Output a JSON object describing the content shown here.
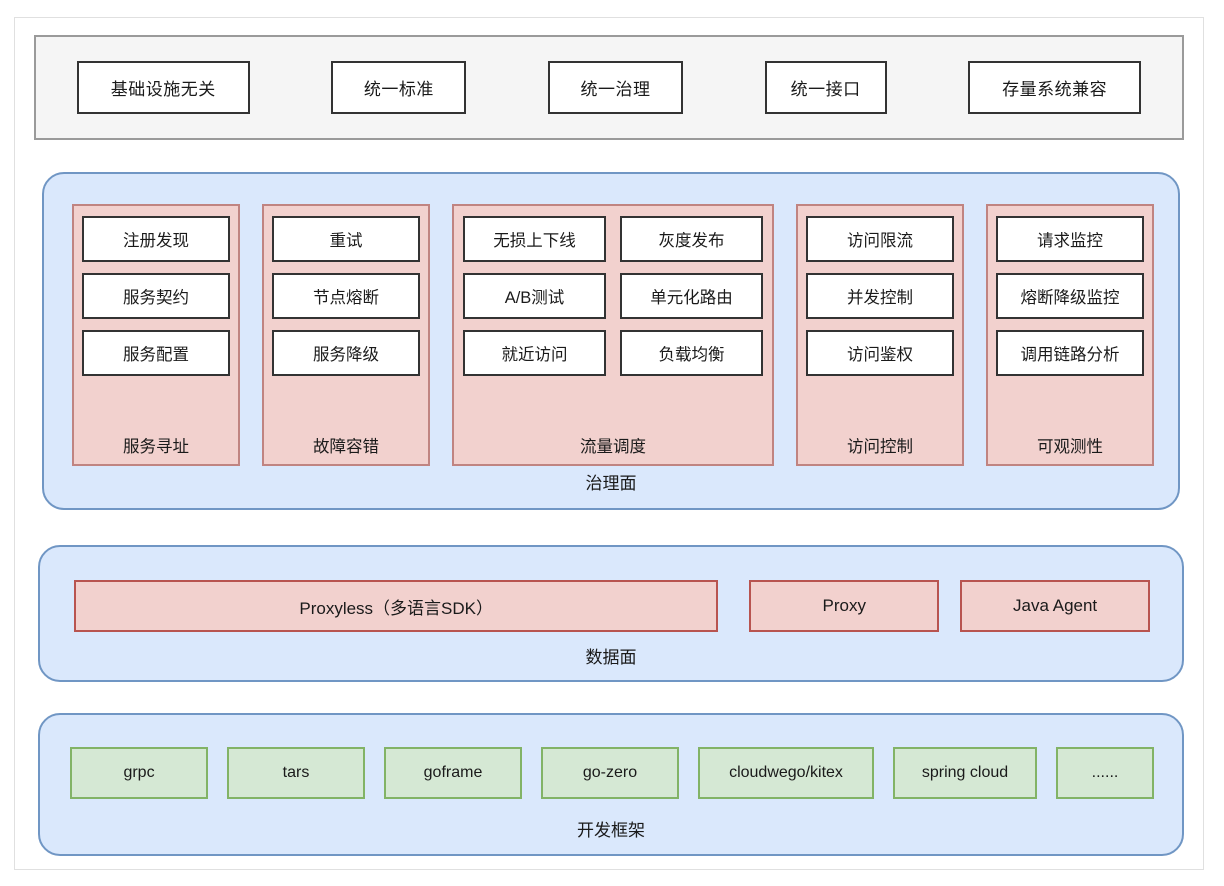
{
  "principles": {
    "items": [
      {
        "label": "基础设施无关",
        "size": "pw-wide"
      },
      {
        "label": "统一标准",
        "size": "pw-mid"
      },
      {
        "label": "统一治理",
        "size": "pw-mid2"
      },
      {
        "label": "统一接口",
        "size": "pw-small"
      },
      {
        "label": "存量系统兼容",
        "size": "pw-wide2"
      }
    ]
  },
  "governance": {
    "layer_label": "治理面",
    "groups": [
      {
        "label": "服务寻址",
        "width": "single",
        "items": [
          "注册发现",
          "服务契约",
          "服务配置"
        ]
      },
      {
        "label": "故障容错",
        "width": "single",
        "items": [
          "重试",
          "节点熔断",
          "服务降级"
        ]
      },
      {
        "label": "流量调度",
        "width": "double",
        "items": [
          "无损上下线",
          "灰度发布",
          "A/B测试",
          "单元化路由",
          "就近访问",
          "负载均衡"
        ]
      },
      {
        "label": "访问控制",
        "width": "single",
        "items": [
          "访问限流",
          "并发控制",
          "访问鉴权"
        ]
      },
      {
        "label": "可观测性",
        "width": "single",
        "items": [
          "请求监控",
          "熔断降级监控",
          "调用链路分析"
        ]
      }
    ]
  },
  "dataplane": {
    "layer_label": "数据面",
    "items": [
      {
        "label": "Proxyless（多语言SDK）"
      },
      {
        "label": "Proxy"
      },
      {
        "label": "Java Agent"
      }
    ]
  },
  "framework": {
    "layer_label": "开发框架",
    "items": [
      {
        "label": "grpc"
      },
      {
        "label": "tars"
      },
      {
        "label": "goframe"
      },
      {
        "label": "go-zero"
      },
      {
        "label": "cloudwego/kitex"
      },
      {
        "label": "spring cloud"
      },
      {
        "label": "......"
      }
    ]
  },
  "colors": {
    "layer_fill": "#dae8fc",
    "layer_border": "#7096c4",
    "group_fill": "#f2d1ce",
    "group_border": "#c08481",
    "pink_box_border": "#b85450",
    "green_fill": "#d5e8d4",
    "green_border": "#82b366",
    "principles_fill": "#f5f5f5",
    "principles_border": "#9a9a9a",
    "item_border": "#333333",
    "item_fill": "#ffffff"
  }
}
